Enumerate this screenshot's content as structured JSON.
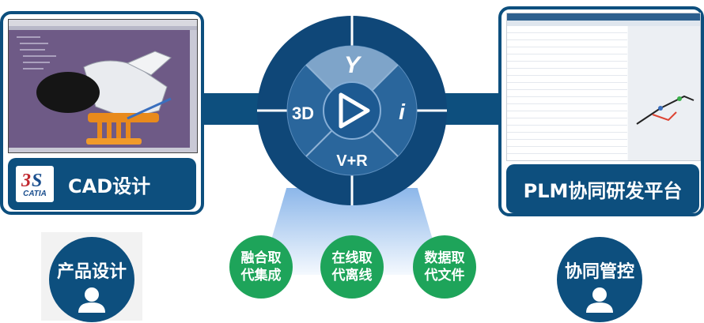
{
  "left_panel": {
    "label": "CAD设计",
    "logo_text": "CATIA"
  },
  "right_panel": {
    "label": "PLM协同研发平台"
  },
  "hub": {
    "top": "Y",
    "left": "3D",
    "right": "i",
    "bottom": "V+R"
  },
  "features": [
    {
      "line1": "融合取",
      "line2": "代集成"
    },
    {
      "line1": "在线取",
      "line2": "代离线"
    },
    {
      "line1": "数据取",
      "line2": "代文件"
    }
  ],
  "roles": [
    {
      "title": "产品设计"
    },
    {
      "title": "协同管控"
    }
  ],
  "colors": {
    "primary": "#0d4f7e",
    "green": "#1ea45a",
    "hub_light": "#6a93be"
  }
}
